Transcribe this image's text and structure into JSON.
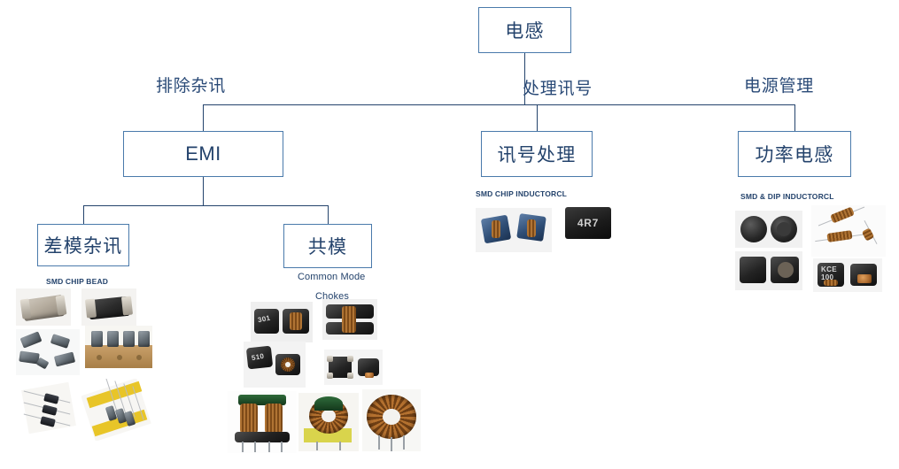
{
  "diagram": {
    "title_node": "电感",
    "branch_labels": {
      "emi": "排除杂讯",
      "signal": "处理讯号",
      "power": "电源管理"
    },
    "nodes": {
      "root": "电感",
      "emi": "EMI",
      "signal": "讯号处理",
      "power": "功率电感",
      "differential_mode": "差模杂讯",
      "common_mode": "共模"
    },
    "captions": {
      "chip_bead": "SMD CHIP BEAD",
      "common_mode_line1": "Common Mode",
      "common_mode_line2": "Chokes",
      "chip_inductor": "SMD CHIP INDUCTORCL",
      "power_inductor": "SMD & DIP INDUCTORCL"
    },
    "component_markings": {
      "choke_301": "301",
      "choke_510": "510",
      "chip_inductor_4r7": "4R7",
      "power_kce": "KCE",
      "power_100": "100"
    },
    "colors": {
      "box_border": "#4a7aab",
      "text": "#24436c",
      "connector": "#24436c",
      "background": "#ffffff"
    }
  }
}
